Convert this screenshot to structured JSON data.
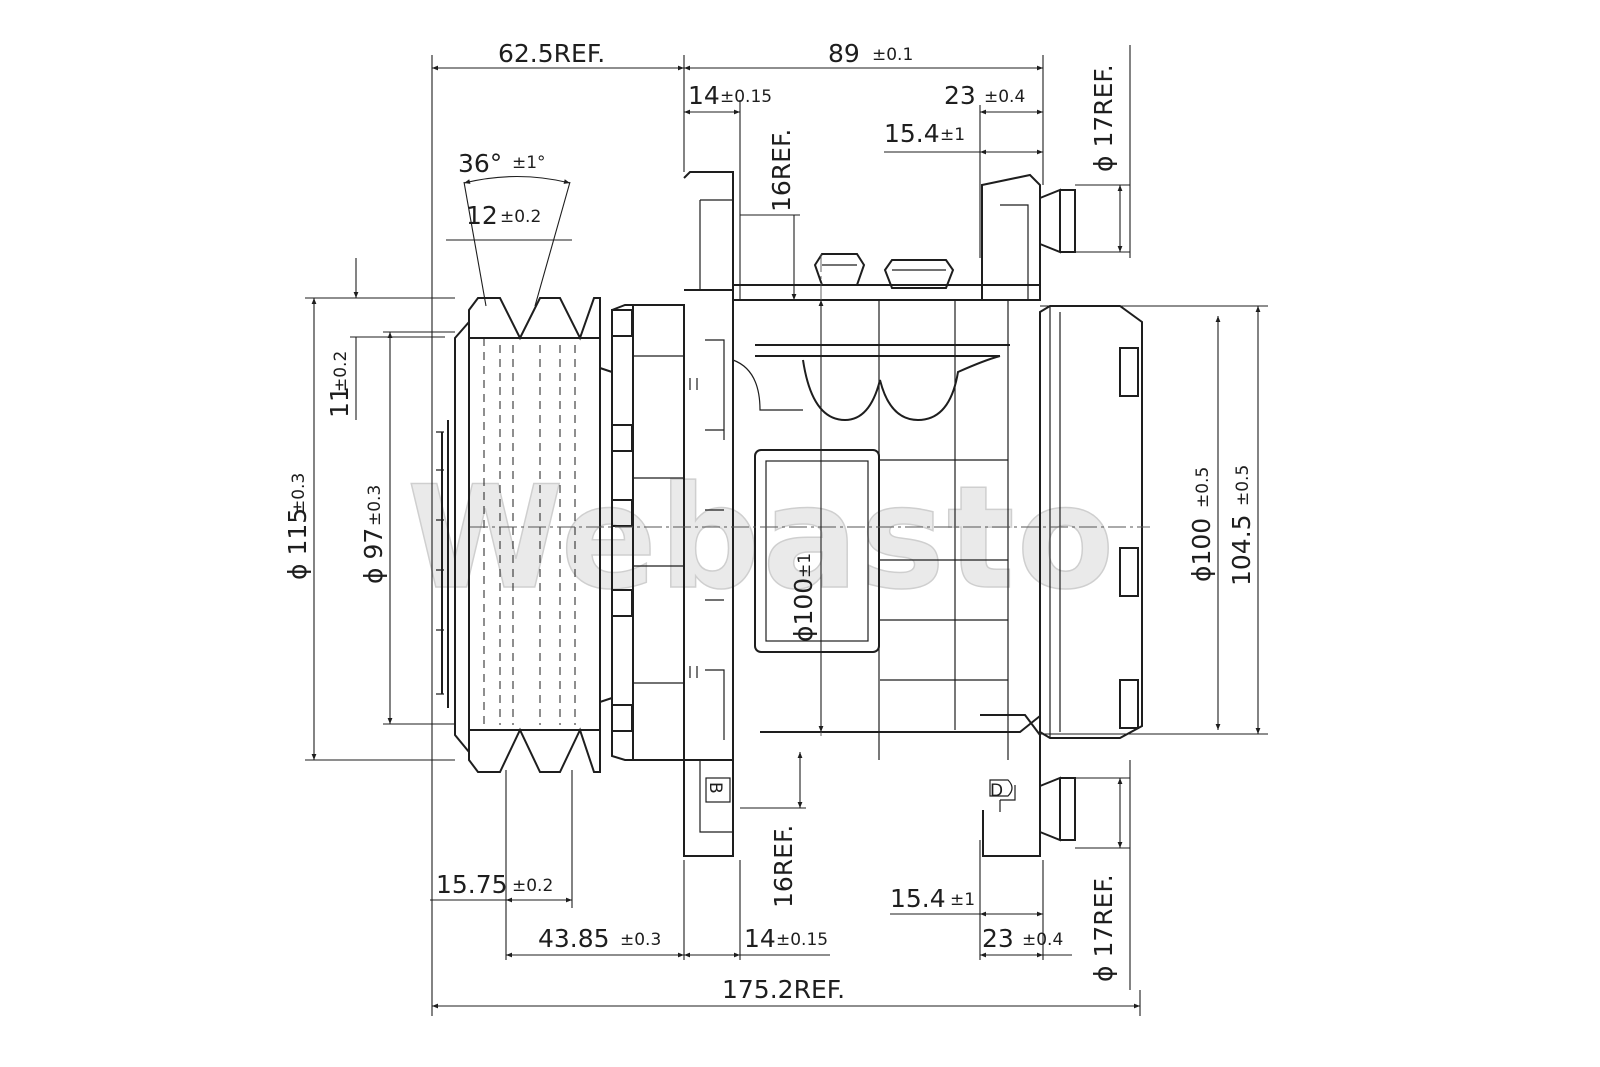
{
  "watermark": "Webasto",
  "dimensions": {
    "top_62_5": "62.5REF.",
    "top_89": "89",
    "top_89_tol": "±0.1",
    "top_14": "14",
    "top_14_tol": "±0.15",
    "top_23": "23",
    "top_23_tol": "±0.4",
    "top_15_4": "15.4",
    "top_15_4_tol": "±1",
    "top_16ref": "16REF.",
    "top_phi17": "ϕ 17REF.",
    "angle_36": "36°",
    "angle_36_tol": "±1°",
    "groove_12": "12",
    "groove_12_tol": "±0.2",
    "left_11": "11",
    "left_11_tol": "±0.2",
    "left_115": "ϕ 115",
    "left_115_tol": "±0.3",
    "left_97": "ϕ 97",
    "left_97_tol": "±0.3",
    "body_100": "ϕ100",
    "body_100_tol": "±1",
    "right_100": "ϕ100",
    "right_100_tol": "±0.5",
    "right_104_5": "104.5",
    "right_104_5_tol": "±0.5",
    "bot_15_75": "15.75",
    "bot_15_75_tol": "±0.2",
    "bot_43_85": "43.85",
    "bot_43_85_tol": "±0.3",
    "bot_14": "14",
    "bot_14_tol": "±0.15",
    "bot_16ref": "16REF.",
    "bot_15_4": "15.4",
    "bot_15_4_tol": "±1",
    "bot_23": "23",
    "bot_23_tol": "±0.4",
    "bot_phi17": "ϕ 17REF.",
    "bot_175_2": "175.2REF."
  },
  "port_labels": {
    "left_port": "B",
    "right_port": "D"
  }
}
